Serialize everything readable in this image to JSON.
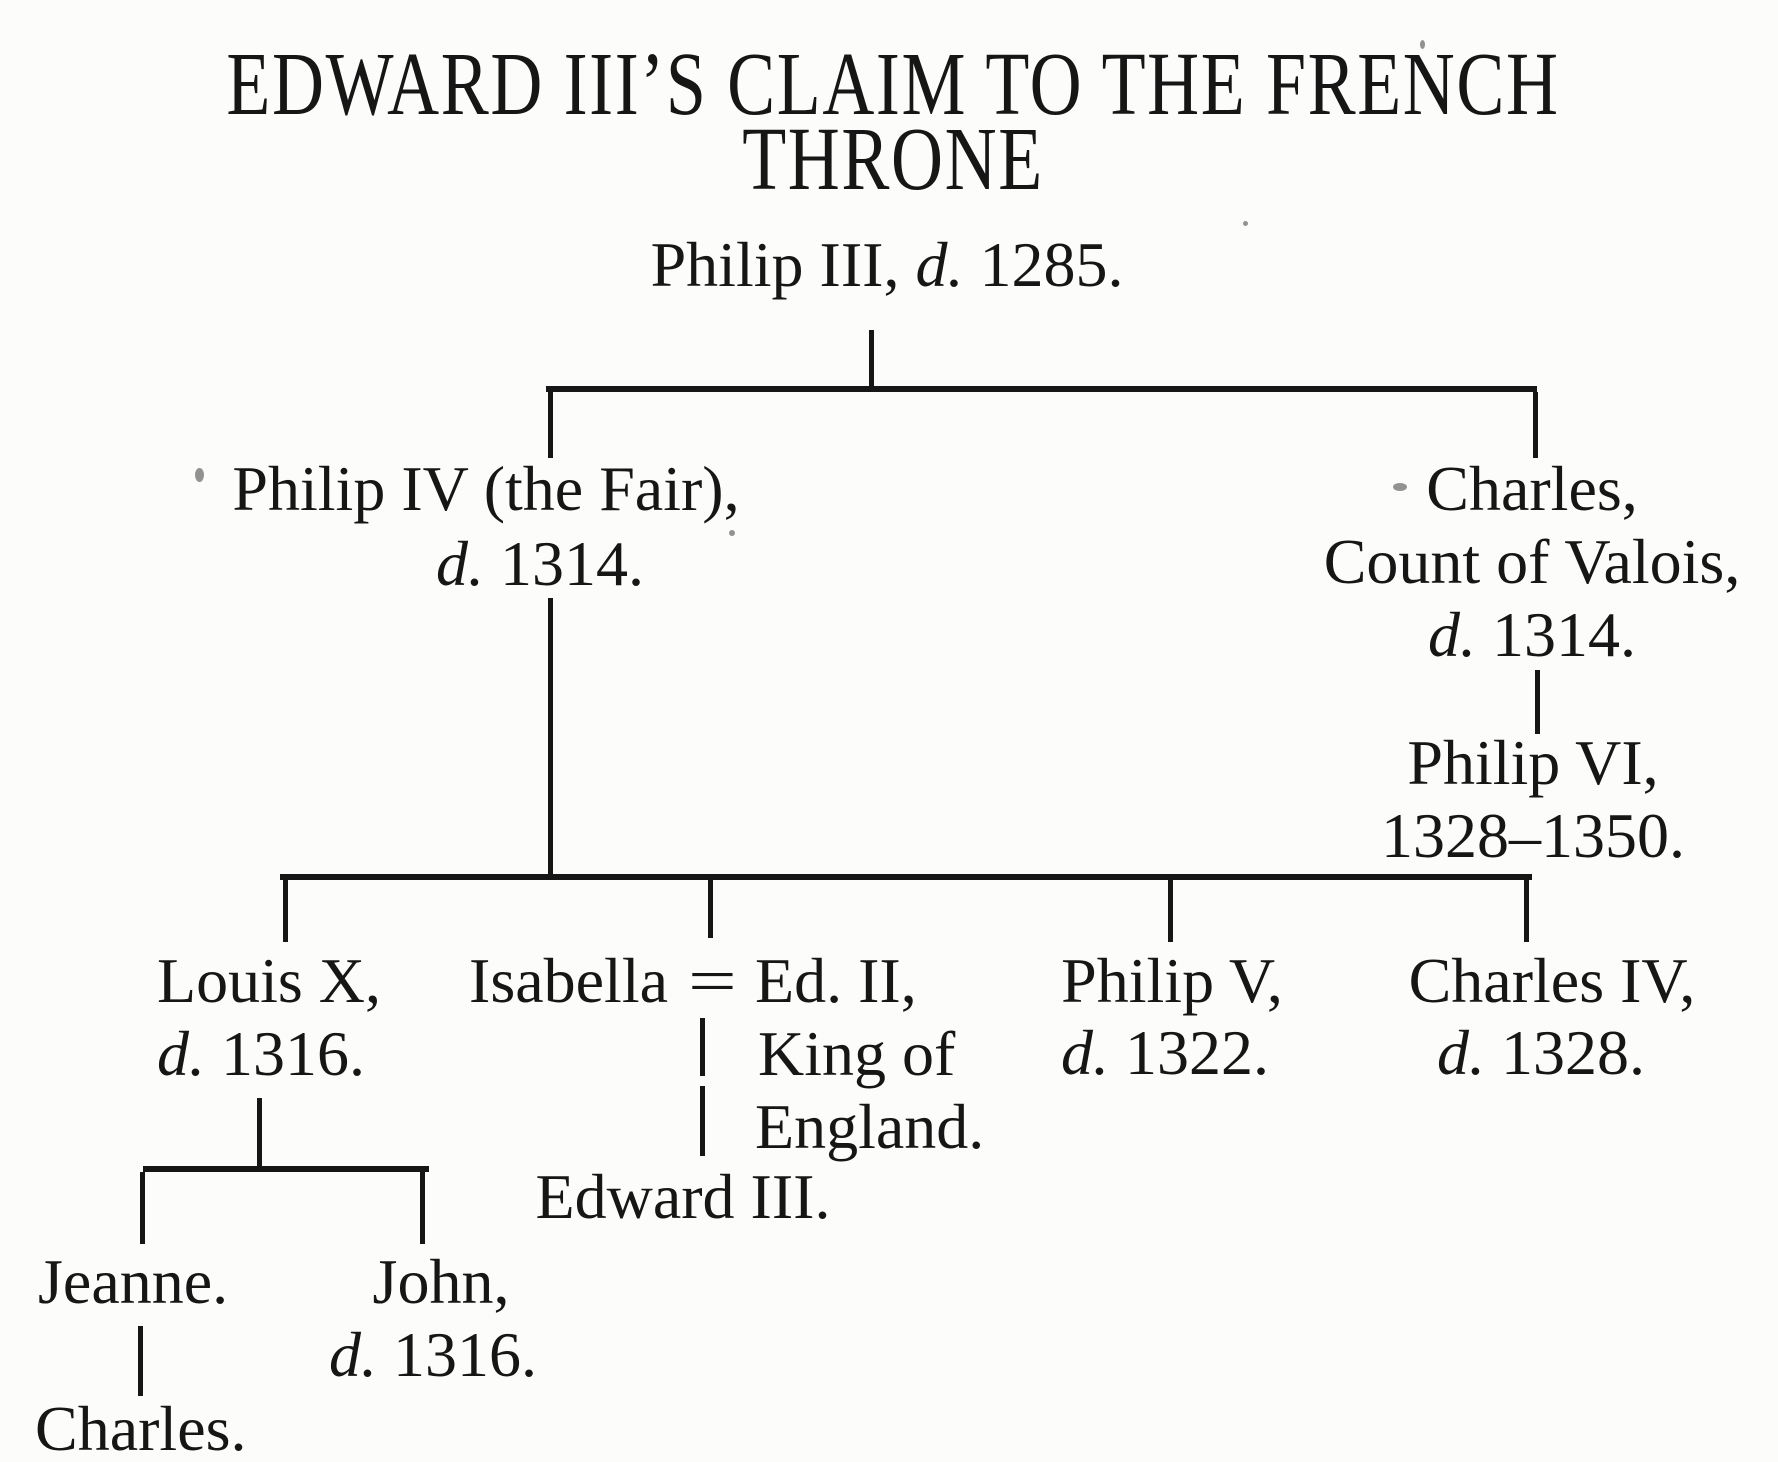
{
  "title": {
    "line1": "EDWARD III’S CLAIM TO THE FRENCH",
    "line2": "THRONE"
  },
  "nodes": {
    "philip3": {
      "name": "Philip III,",
      "died_label": "d.",
      "died_year": "1285."
    },
    "philip4": {
      "name": "Philip IV (the Fair),",
      "died_label": "d.",
      "died_year": "1314."
    },
    "charles_valois": {
      "name": "Charles,",
      "title_line": "Count of Valois,",
      "died_label": "d.",
      "died_year": "1314."
    },
    "philip6": {
      "name": "Philip VI,",
      "reign": "1328–1350."
    },
    "louis10": {
      "name": "Louis X,",
      "died_label": "d.",
      "died_year": "1316."
    },
    "isabella": {
      "name": "Isabella"
    },
    "marriage": {
      "symbol": "="
    },
    "edward2": {
      "name": "Ed. II,",
      "title_line1": "King of",
      "title_line2": "England."
    },
    "philip5": {
      "name": "Philip V,",
      "died_label": "d.",
      "died_year": "1322."
    },
    "charles4": {
      "name": "Charles IV,",
      "died_label": "d.",
      "died_year": "1328."
    },
    "edward3": {
      "name": "Edward III."
    },
    "jeanne": {
      "name": "Jeanne."
    },
    "john": {
      "name": "John,",
      "died_label": "d.",
      "died_year": "1316."
    },
    "charles_son": {
      "name": "Charles."
    }
  }
}
